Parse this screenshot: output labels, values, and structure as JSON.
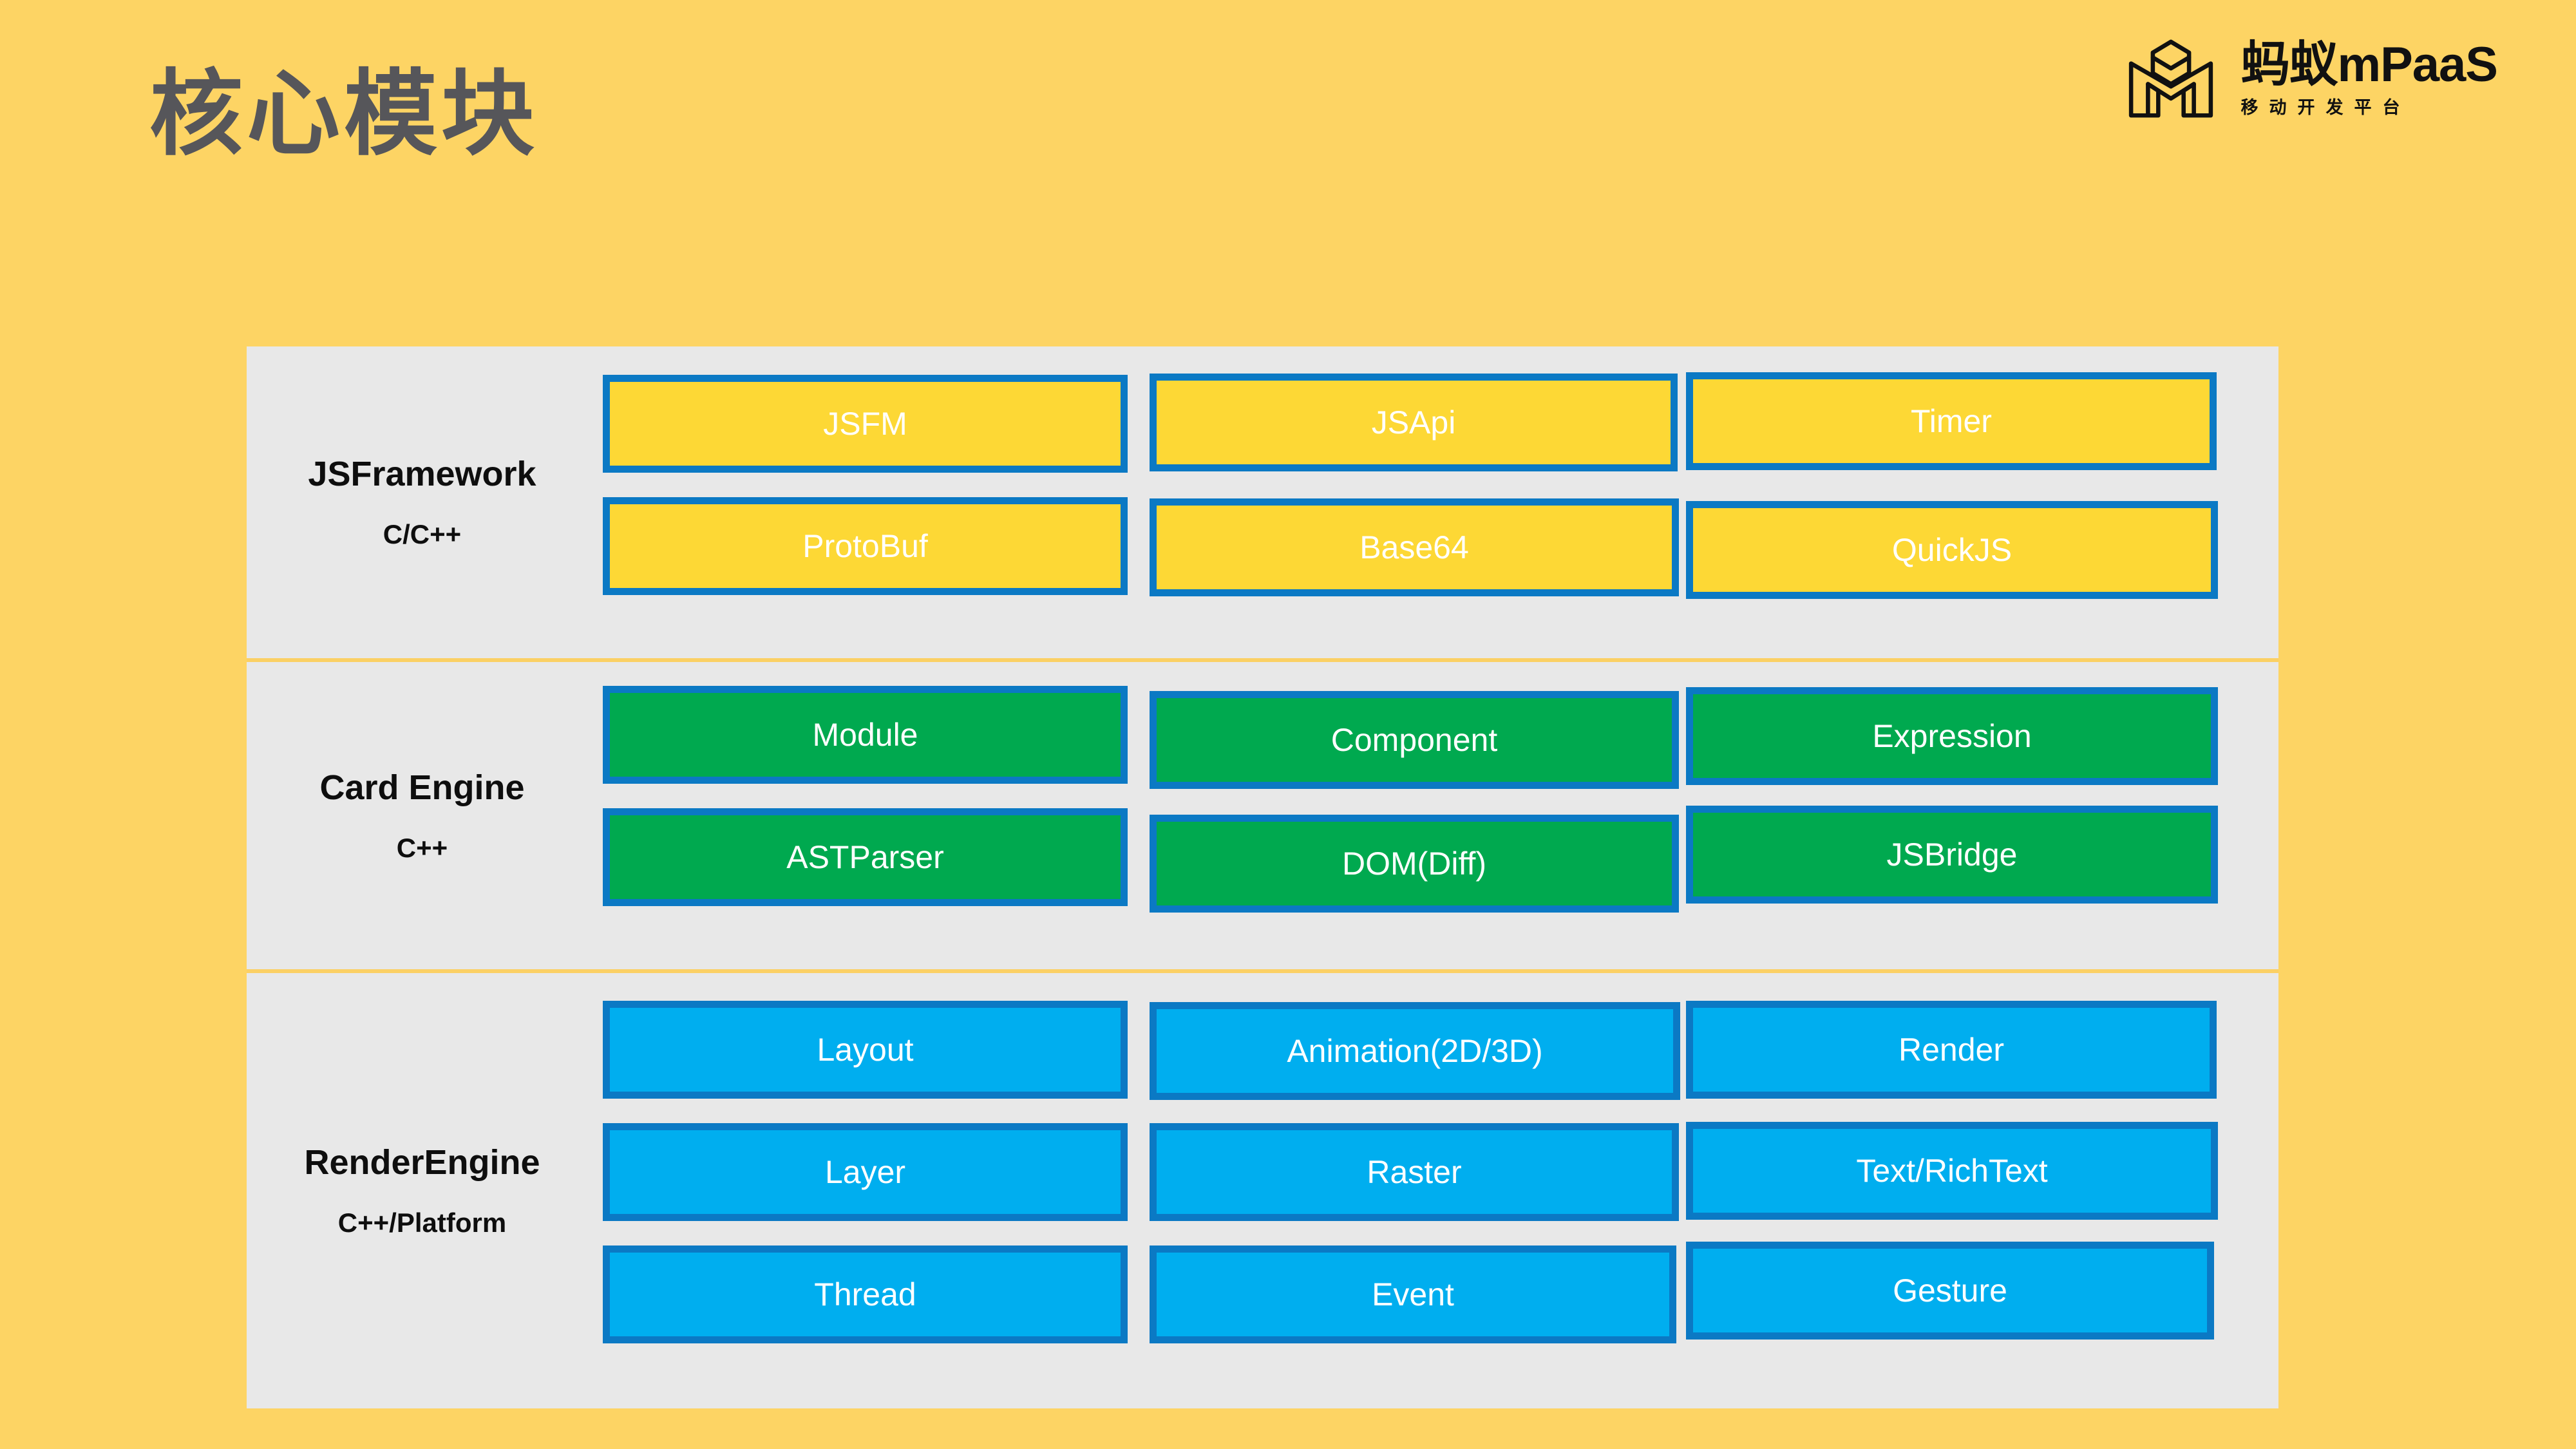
{
  "header": {
    "title": "核心模块",
    "logo": {
      "name": "蚂蚁mPaaS",
      "tagline": "移动开发平台",
      "mark_icon": "mpaas-m-hexagon-logo-icon"
    }
  },
  "colors": {
    "background": "#FDD464",
    "panel": "#E8E8E8",
    "divider": "#FBD064",
    "box_border": "#0B79C4",
    "yellow_fill": "#FDD835",
    "green_fill": "#00A94F",
    "blue_fill": "#00AEEF",
    "title_text": "#56565A",
    "label_text": "#0E0E0E",
    "box_text": "#FFFFFF"
  },
  "architecture": {
    "layers": [
      {
        "name": "JSFramework",
        "language": "C/C++",
        "fill": "yellow",
        "rows": [
          [
            "JSFM",
            "JSApi",
            "Timer"
          ],
          [
            "ProtoBuf",
            "Base64",
            "QuickJS"
          ]
        ]
      },
      {
        "name": "Card Engine",
        "language": "C++",
        "fill": "green",
        "rows": [
          [
            "Module",
            "Component",
            "Expression"
          ],
          [
            "ASTParser",
            "DOM(Diff)",
            "JSBridge"
          ]
        ]
      },
      {
        "name": "RenderEngine",
        "language": "C++/Platform",
        "fill": "blue",
        "rows": [
          [
            "Layout",
            "Animation(2D/3D)",
            "Render"
          ],
          [
            "Layer",
            "Raster",
            "Text/RichText"
          ],
          [
            "Thread",
            "Event",
            "Gesture"
          ]
        ]
      }
    ]
  }
}
